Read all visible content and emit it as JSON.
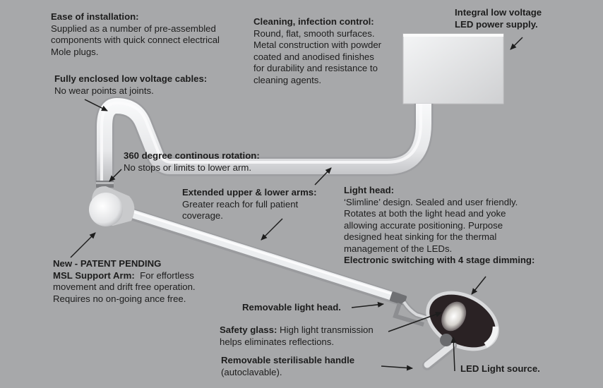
{
  "annotations": {
    "ease": {
      "heading": "Ease of installation:",
      "lines": [
        "Supplied as a number of pre-assembled",
        "components with quick connect electrical",
        "Mole plugs."
      ]
    },
    "cleaning": {
      "heading": "Cleaning, infection control:",
      "lines": [
        "Round, flat, smooth surfaces.",
        "Metal construction with powder",
        "coated and anodised finishes",
        "for durability and resistance to",
        "cleaning agents."
      ]
    },
    "power": {
      "lines": [
        "Integral low voltage",
        "LED power supply."
      ]
    },
    "cables": {
      "heading": "Fully enclosed low voltage cables:",
      "lines": [
        "No wear points at joints."
      ]
    },
    "rotation": {
      "heading": "360 degree continous rotation:",
      "lines": [
        "No stops or limits to lower arm."
      ]
    },
    "arms": {
      "heading": "Extended upper & lower arms:",
      "lines": [
        "Greater reach for full patient",
        "coverage."
      ]
    },
    "lighthead": {
      "heading": "Light head:",
      "lines": [
        "‘Slimline’ design. Sealed and user friendly.",
        "Rotates at both the light head and yoke",
        "allowing accurate positioning. Purpose",
        "designed heat sinking for the thermal",
        "management of the LEDs."
      ],
      "extra": "Electronic switching with 4 stage dimming:"
    },
    "patent": {
      "heading1": "New - PATENT PENDING",
      "heading2": "MSL Support Arm:",
      "rest": "  For effortless",
      "lines": [
        "movement and drift free operation.",
        "Requires no on-going ance free."
      ]
    },
    "removable_head": {
      "heading": "Removable light head."
    },
    "safety": {
      "heading": "Safety glass:",
      "rest": " High light transmission",
      "lines": [
        "helps eliminates reflections."
      ]
    },
    "handle": {
      "heading": "Removable sterilisable handle",
      "lines": [
        "(autoclavable)."
      ]
    },
    "led_source": {
      "heading": "LED Light source."
    }
  },
  "colors": {
    "background": "#a7a8aa",
    "arm": "#eeeff1",
    "text": "#1d1d1d",
    "lamp_face": "#2a2224"
  }
}
